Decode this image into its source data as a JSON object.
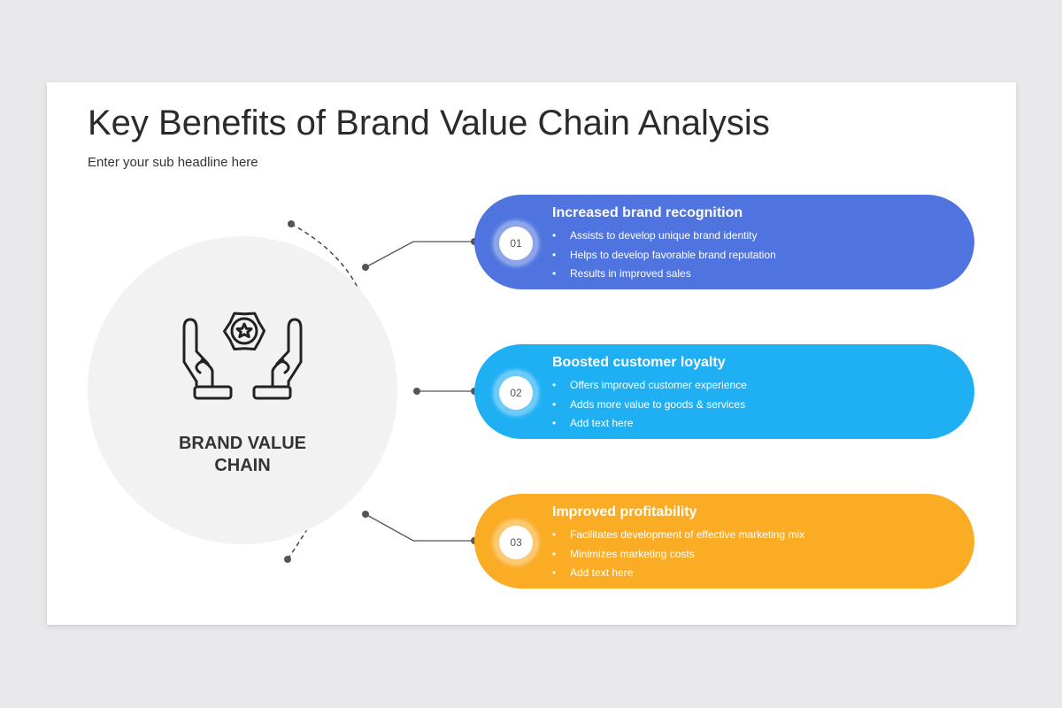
{
  "header": {
    "title": "Key Benefits of Brand Value Chain Analysis",
    "subtitle": "Enter your sub headline here"
  },
  "center": {
    "icon": "hands-holding-badge-icon",
    "label_line1": "BRAND VALUE",
    "label_line2": "CHAIN"
  },
  "items": [
    {
      "number": "01",
      "title": "Increased brand recognition",
      "color": "#4f74df",
      "bullets": [
        "Assists to develop unique brand identity",
        "Helps to develop favorable brand reputation",
        "Results in improved sales"
      ]
    },
    {
      "number": "02",
      "title": "Boosted customer loyalty",
      "color": "#1fb0f4",
      "bullets": [
        "Offers improved customer experience",
        "Adds more value to goods & services",
        "Add text here"
      ]
    },
    {
      "number": "03",
      "title": "Improved profitability",
      "color": "#fbac25",
      "bullets": [
        "Facilitates development of effective marketing mix",
        "Minimizes marketing costs",
        "Add text here"
      ]
    }
  ]
}
